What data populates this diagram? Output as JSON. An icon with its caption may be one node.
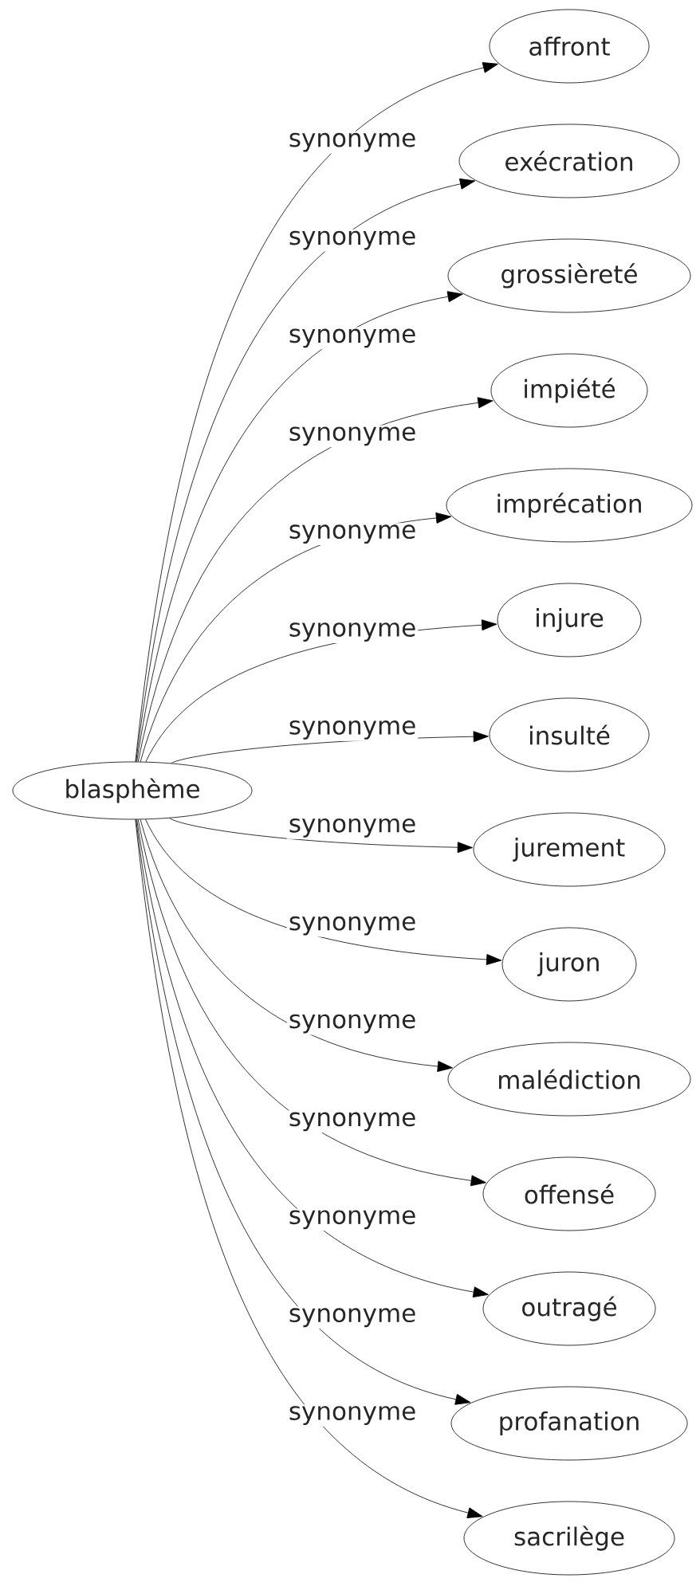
{
  "diagram": {
    "nodes": [
      {
        "text": [
          "blasphème"
        ]
      },
      {
        "text": [
          "affront"
        ]
      },
      {
        "text": [
          "exécration"
        ]
      },
      {
        "text": [
          "grossièreté"
        ]
      },
      {
        "text": [
          "impiété"
        ]
      },
      {
        "text": [
          "imprécation"
        ]
      },
      {
        "text": [
          "injure"
        ]
      },
      {
        "text": [
          "insulté"
        ]
      },
      {
        "text": [
          "jurement"
        ]
      },
      {
        "text": [
          "juron"
        ]
      },
      {
        "text": [
          "malédiction"
        ]
      },
      {
        "text": [
          "offensé"
        ]
      },
      {
        "text": [
          "outragé"
        ]
      },
      {
        "text": [
          "profanation"
        ]
      },
      {
        "text": [
          "sacrilège"
        ]
      }
    ],
    "edges": [
      {
        "from": 0,
        "to": 1,
        "arrow": "to",
        "label": "synonyme"
      },
      {
        "from": 0,
        "to": 2,
        "arrow": "to",
        "label": "synonyme"
      },
      {
        "from": 0,
        "to": 3,
        "arrow": "to",
        "label": "synonyme"
      },
      {
        "from": 0,
        "to": 4,
        "arrow": "to",
        "label": "synonyme"
      },
      {
        "from": 0,
        "to": 5,
        "arrow": "to",
        "label": "synonyme"
      },
      {
        "from": 0,
        "to": 6,
        "arrow": "to",
        "label": "synonyme"
      },
      {
        "from": 0,
        "to": 7,
        "arrow": "to",
        "label": "synonyme"
      },
      {
        "from": 0,
        "to": 8,
        "arrow": "to",
        "label": "synonyme"
      },
      {
        "from": 0,
        "to": 9,
        "arrow": "to",
        "label": "synonyme"
      },
      {
        "from": 0,
        "to": 10,
        "arrow": "to",
        "label": "synonyme"
      },
      {
        "from": 0,
        "to": 11,
        "arrow": "to",
        "label": "synonyme"
      },
      {
        "from": 0,
        "to": 12,
        "arrow": "to",
        "label": "synonyme"
      },
      {
        "from": 0,
        "to": 13,
        "arrow": "to",
        "label": "synonyme"
      },
      {
        "from": 0,
        "to": 14,
        "arrow": "to",
        "label": "synonyme"
      }
    ]
  }
}
